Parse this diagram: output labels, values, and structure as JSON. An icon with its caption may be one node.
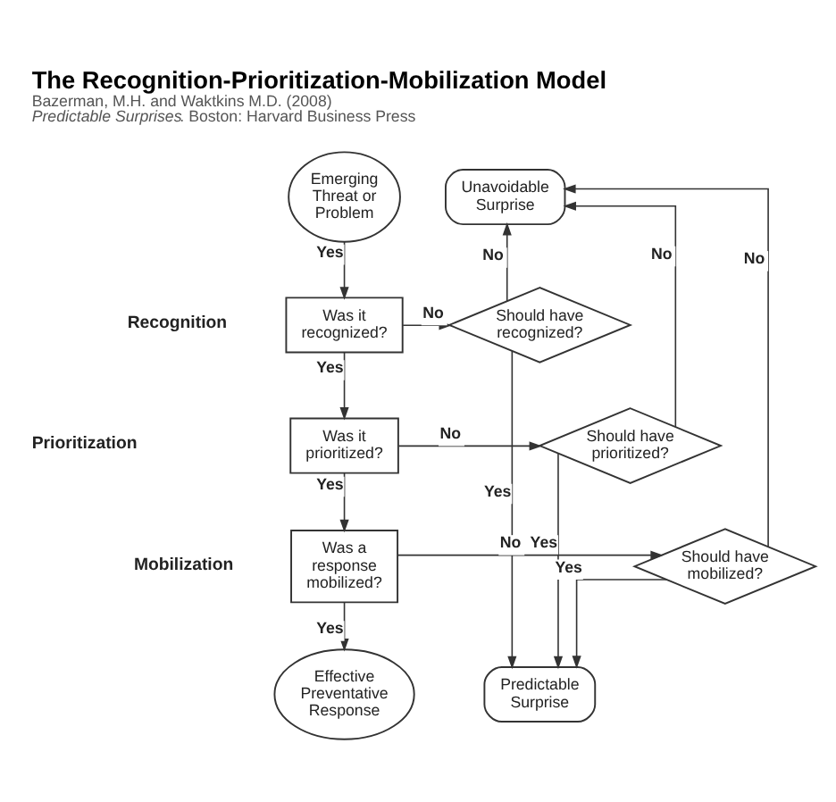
{
  "diagram": {
    "title": "The Recognition-Prioritization-Mobilization Model",
    "caption": "Bazerman, M.H. and Waktkins M.D. (2008) *Predictable Surprises*. Boston: Harvard Business Press",
    "nodes": [
      {
        "text": [
          "Emerging Threat or Problem"
        ]
      },
      {
        "text": [
          "Unavoidable Surprise"
        ]
      },
      {
        "text": [
          "Was it recognized?"
        ]
      },
      {
        "text": [
          "Should have recognized?"
        ]
      },
      {
        "text": [
          "Was it prioritized?"
        ]
      },
      {
        "text": [
          "Should have prioritized?"
        ]
      },
      {
        "text": [
          "Was a response mobilized?"
        ]
      },
      {
        "text": [
          "Should have mobilized?"
        ]
      },
      {
        "text": [
          "Effective Preventative Response"
        ]
      },
      {
        "text": [
          "Predictable Surprise"
        ]
      }
    ],
    "edges": [
      {
        "from": 0,
        "to": 2,
        "arrow": "to",
        "label": "Yes"
      },
      {
        "from": 2,
        "to": 3,
        "arrow": "to",
        "label": "No"
      },
      {
        "from": 2,
        "to": 4,
        "arrow": "to",
        "label": "Yes"
      },
      {
        "from": 3,
        "to": 1,
        "arrow": "to",
        "label": "No"
      },
      {
        "from": 3,
        "to": 9,
        "arrow": "to",
        "label": "Yes"
      },
      {
        "from": 4,
        "to": 5,
        "arrow": "to",
        "label": "No"
      },
      {
        "from": 4,
        "to": 6,
        "arrow": "to",
        "label": "Yes"
      },
      {
        "from": 5,
        "to": 1,
        "arrow": "to",
        "label": "No"
      },
      {
        "from": 5,
        "to": 9,
        "arrow": "to",
        "label": "Yes"
      },
      {
        "from": 6,
        "to": 7,
        "arrow": "to",
        "label": "No"
      },
      {
        "from": 6,
        "to": 8,
        "arrow": "to",
        "label": "Yes"
      },
      {
        "from": 7,
        "to": 1,
        "arrow": "to",
        "label": "No"
      },
      {
        "from": 7,
        "to": 9,
        "arrow": "to",
        "label": "Yes"
      }
    ],
    "labels": [
      "Recognition",
      "Prioritization",
      "Mobilization"
    ]
  }
}
